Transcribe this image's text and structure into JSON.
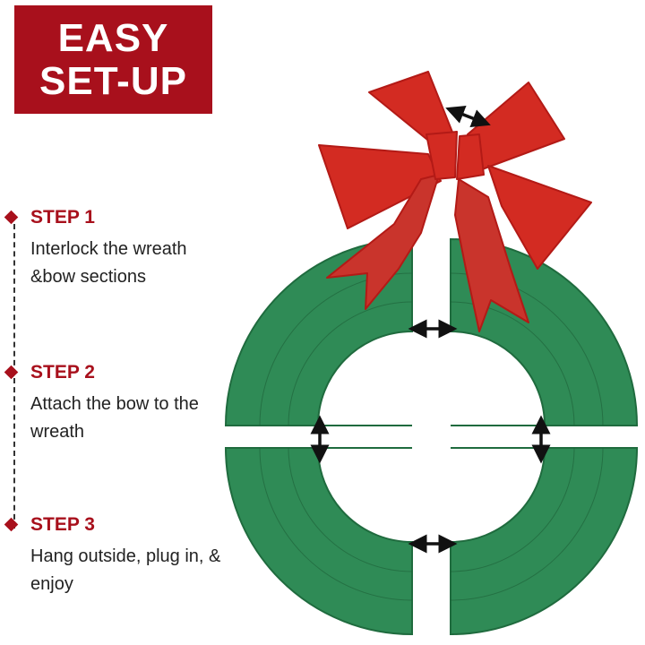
{
  "banner": {
    "line1": "EASY",
    "line2": "SET-UP"
  },
  "steps": [
    {
      "title": "STEP 1",
      "description": "Interlock the wreath &bow sections"
    },
    {
      "title": "STEP 2",
      "description": "Attach the bow to the wreath"
    },
    {
      "title": "STEP 3",
      "description": "Hang outside, plug in, & enjoy"
    }
  ],
  "colors": {
    "brand_red": "#a8101c",
    "wreath_green": "#2e8a55",
    "bow_red": "#d22a22"
  }
}
